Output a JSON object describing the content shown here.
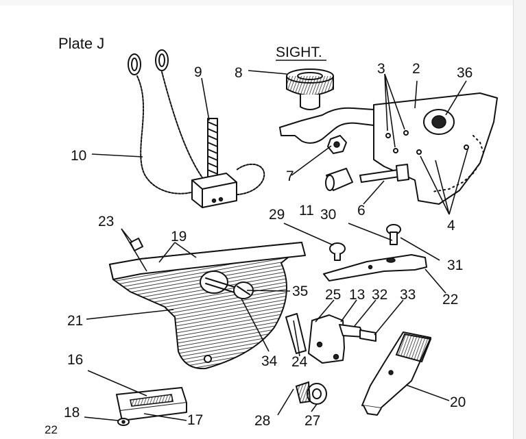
{
  "plate_title": "Plate J",
  "page_number": "22",
  "sight_label": "SIGHT.",
  "part_numbers": {
    "p2": "2",
    "p3": "3",
    "p4": "4",
    "p6": "6",
    "p7": "7",
    "p8": "8",
    "p9": "9",
    "p10": "10",
    "p11": "11",
    "p13": "13",
    "p16": "16",
    "p17": "17",
    "p18": "18",
    "p19": "19",
    "p20": "20",
    "p21": "21",
    "p22": "22",
    "p23": "23",
    "p24": "24",
    "p25": "25",
    "p27": "27",
    "p28": "28",
    "p29": "29",
    "p30": "30",
    "p31": "31",
    "p32": "32",
    "p33": "33",
    "p34": "34",
    "p35": "35",
    "p36": "36"
  }
}
